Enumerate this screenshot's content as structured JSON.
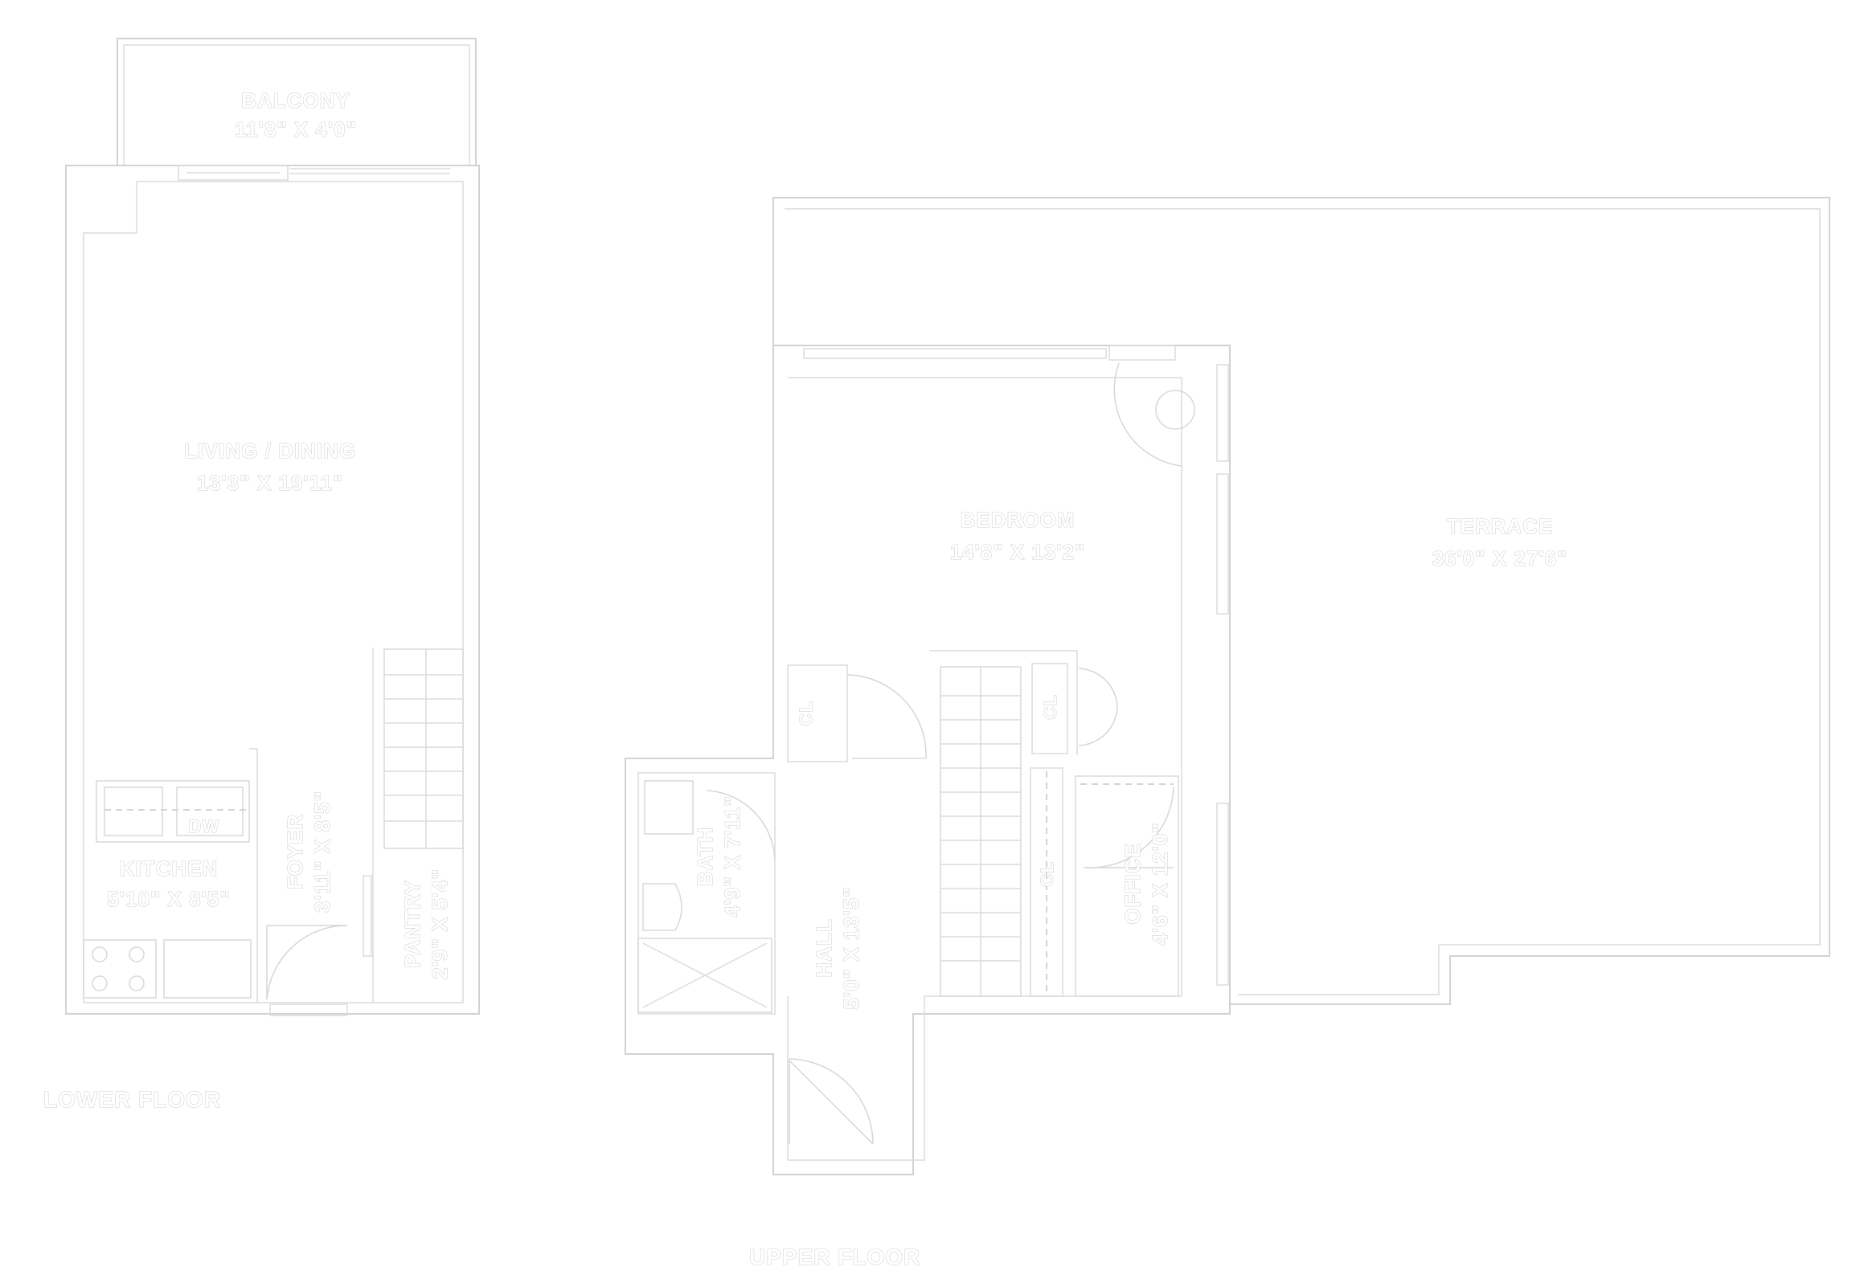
{
  "rooms": {
    "balcony": {
      "name": "BALCONY",
      "dim": "11'8\" X 4'0\""
    },
    "living": {
      "name": "LIVING / DINING",
      "dim": "13'3\" X 19'11\""
    },
    "kitchen": {
      "name": "KITCHEN",
      "dim": "5'10\" X 8'5\""
    },
    "foyer": {
      "name": "FOYER",
      "dim": "3'11\" X 8'5\""
    },
    "pantry": {
      "name": "PANTRY",
      "dim": "2'9\" X 5'4\""
    },
    "bedroom": {
      "name": "BEDROOM",
      "dim": "14'8\" X 13'2\""
    },
    "terrace": {
      "name": "TERRACE",
      "dim": "36'0\" X 27'6\""
    },
    "bath": {
      "name": "BATH",
      "dim": "4'9\" X 7'11\""
    },
    "hall": {
      "name": "HALL",
      "dim": "5'0\" X 13'5\""
    },
    "office": {
      "name": "OFFICE",
      "dim": "4'6\" X 12'0\""
    }
  },
  "closets": {
    "cl_left": "CL",
    "cl_right": "CL",
    "cl_office": "CL"
  },
  "appliances": {
    "dishwasher": "DW"
  },
  "floors": {
    "lower": "LOWER FLOOR",
    "upper": "UPPER FLOOR"
  }
}
